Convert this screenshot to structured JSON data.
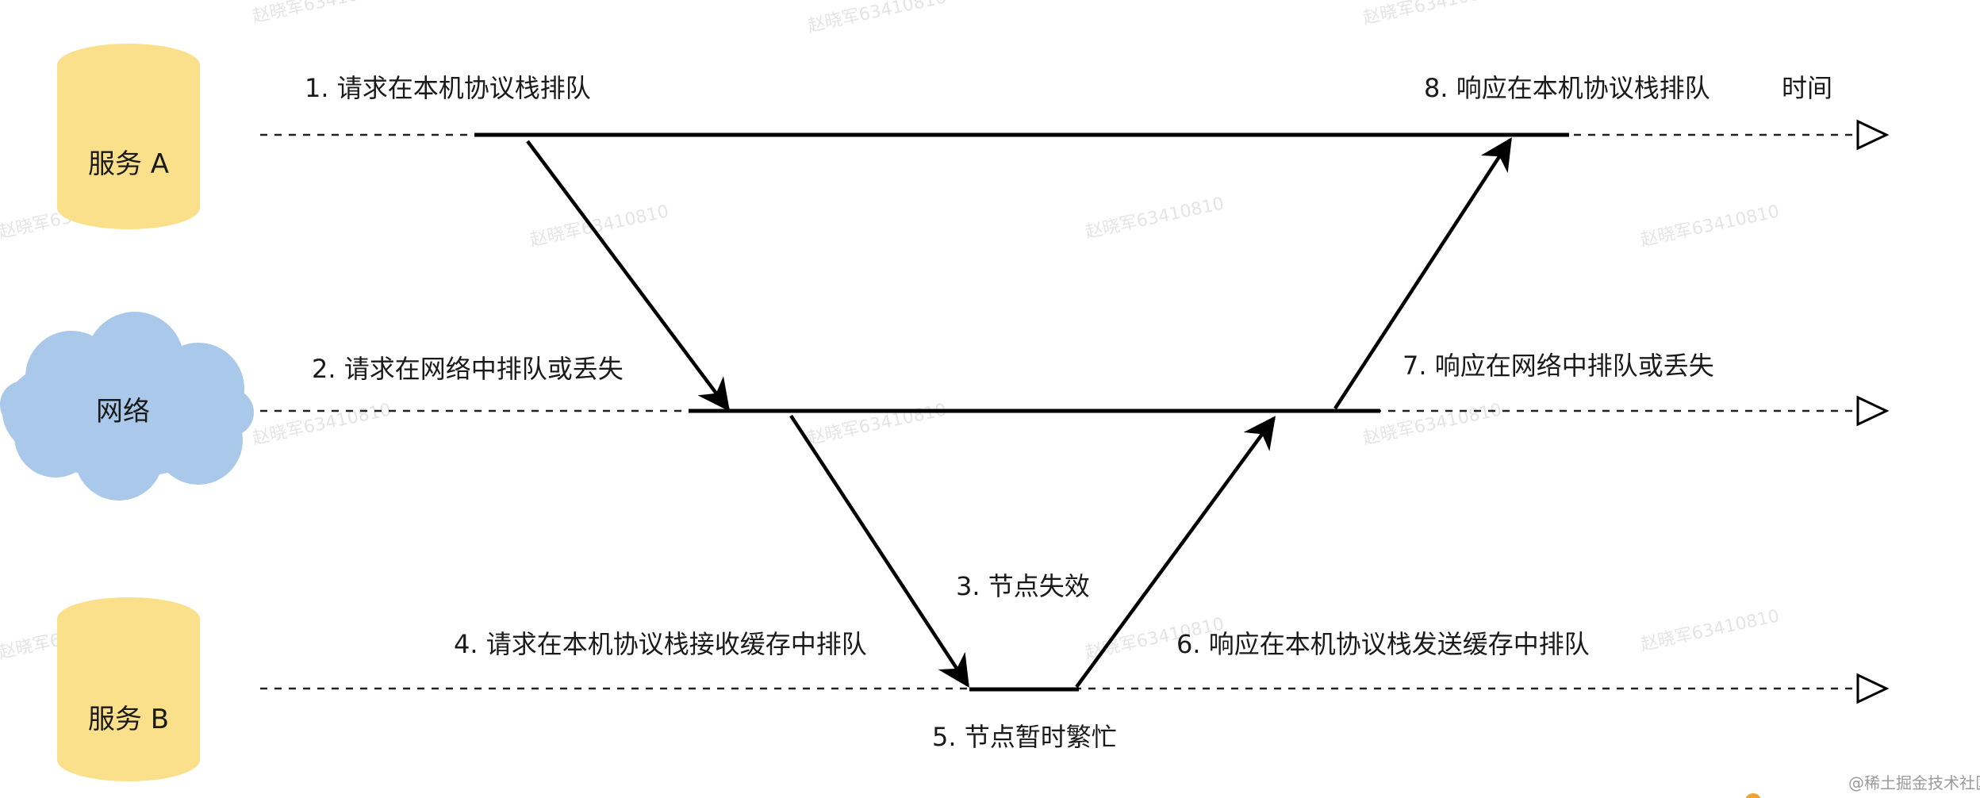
{
  "participants": {
    "service_a": "服务 A",
    "network": "网络",
    "service_b": "服务 B"
  },
  "steps": {
    "s1": "1. 请求在本机协议栈排队",
    "s2": "2. 请求在网络中排队或丢失",
    "s3": "3. 节点失效",
    "s4": "4. 请求在本机协议栈接收缓存中排队",
    "s5": "5. 节点暂时繁忙",
    "s6": "6. 响应在本机协议栈发送缓存中排队",
    "s7": "7. 响应在网络中排队或丢失",
    "s8": "8. 响应在本机协议栈排队"
  },
  "time_label": "时间",
  "watermark": "赵晓军63410810",
  "credit": "@稀土掘金技术社区",
  "colors": {
    "cylinder": "#fbe08c",
    "cloud": "#a9c8ea",
    "line": "#000000"
  }
}
